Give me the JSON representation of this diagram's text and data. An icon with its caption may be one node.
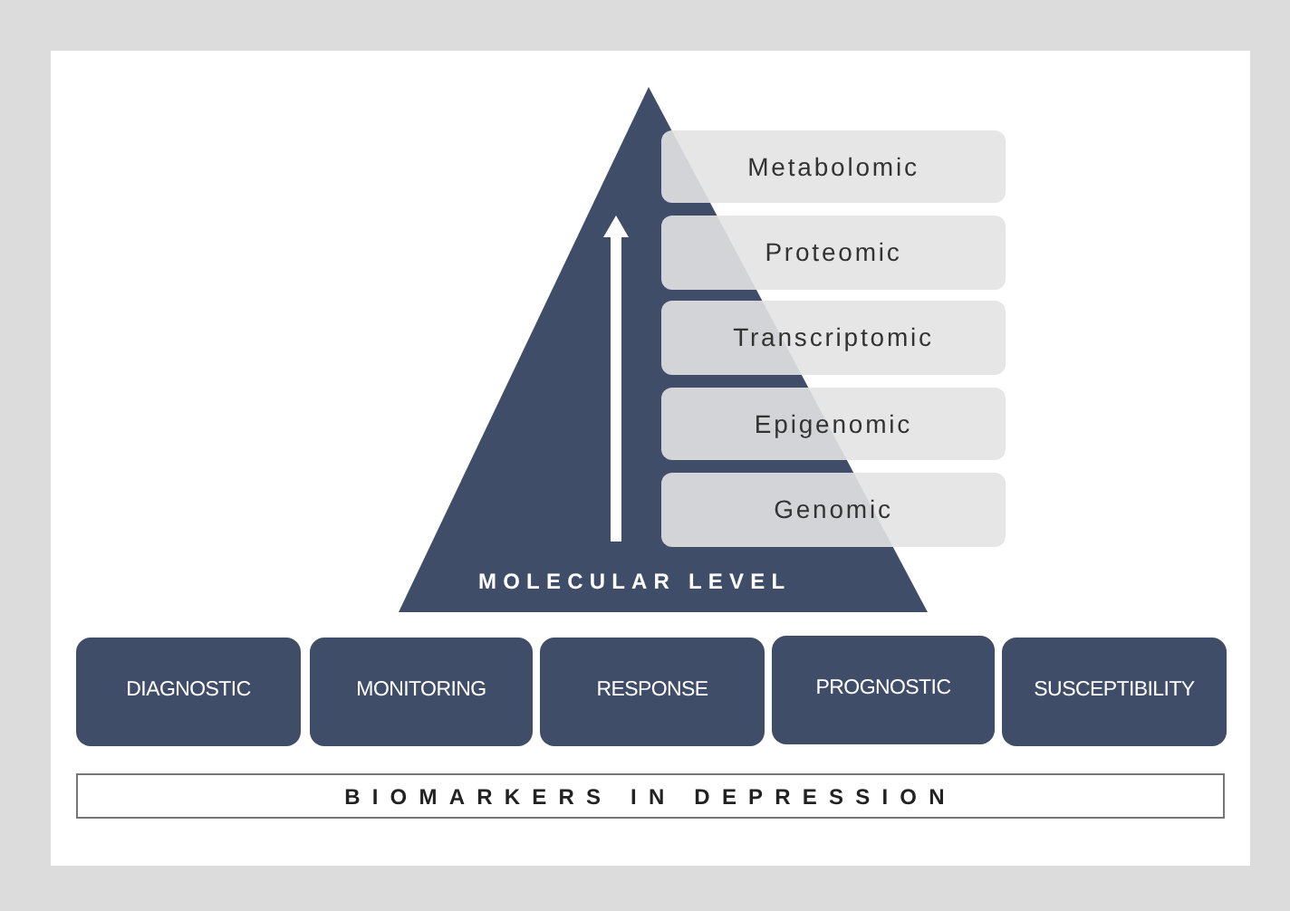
{
  "diagram": {
    "nodes": [
      {
        "text": [
          "MOLECULAR LEVEL"
        ]
      },
      {
        "text": [
          "Metabolomic"
        ]
      },
      {
        "text": [
          "Proteomic"
        ]
      },
      {
        "text": [
          "Transcriptomic"
        ]
      },
      {
        "text": [
          "Epigenomic"
        ]
      },
      {
        "text": [
          "Genomic"
        ]
      },
      {
        "text": [
          "DIAGNOSTIC"
        ]
      },
      {
        "text": [
          "MONITORING"
        ]
      },
      {
        "text": [
          "RESPONSE"
        ]
      },
      {
        "text": [
          "PROGNOSTIC"
        ]
      },
      {
        "text": [
          "SUSCEPTIBILITY"
        ]
      },
      {
        "text": [
          "BIOMARKERS IN DEPRESSION"
        ]
      }
    ]
  }
}
